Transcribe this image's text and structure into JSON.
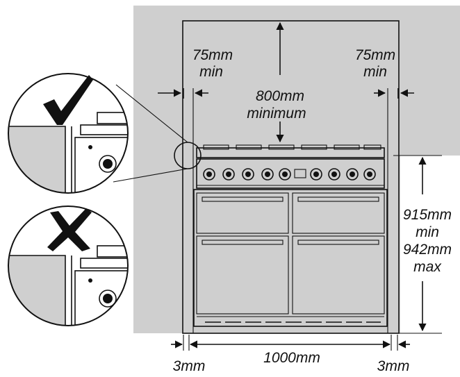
{
  "labels": {
    "clearance_left_value": "75mm",
    "clearance_left_qualifier": "min",
    "clearance_right_value": "75mm",
    "clearance_right_qualifier": "min",
    "width_above_value": "800mm",
    "width_above_qualifier": "minimum",
    "height_min_value": "915mm",
    "height_min_qualifier": "min",
    "height_max_value": "942mm",
    "height_max_qualifier": "max",
    "gap_left": "3mm",
    "cooker_width": "1000mm",
    "gap_right": "3mm"
  },
  "insets": {
    "correct_symbol": "check-mark",
    "incorrect_symbol": "cross-mark"
  },
  "colors": {
    "wall": "#cfcfcf",
    "line": "#111111",
    "panel": "#ffffff"
  }
}
